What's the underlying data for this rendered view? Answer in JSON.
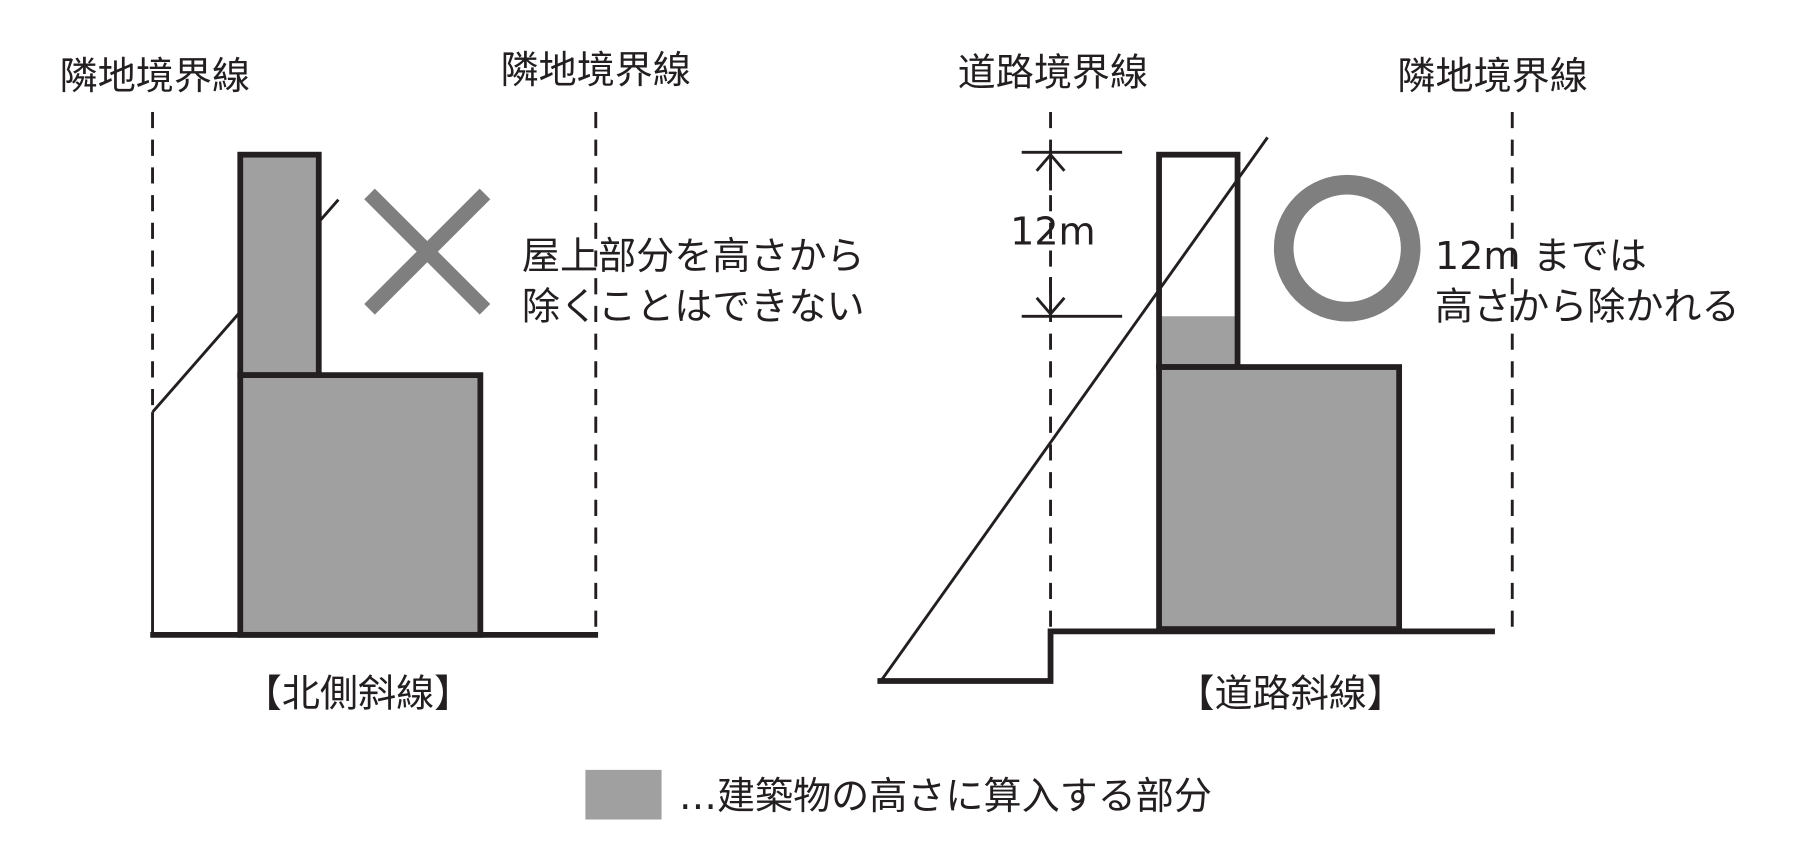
{
  "left_diagram": {
    "boundary_left": "隣地境界線",
    "boundary_right": "隣地境界線",
    "note_line1": "屋上部分を高さから",
    "note_line2": "除くことはできない",
    "mark_icon": "cross-icon",
    "caption": "【北側斜線】"
  },
  "right_diagram": {
    "boundary_left": "道路境界線",
    "boundary_right": "隣地境界線",
    "dimension": "12m",
    "note_line1": "12m までは",
    "note_line2": "高さから除かれる",
    "mark_icon": "circle-icon",
    "caption": "【道路斜線】"
  },
  "legend": {
    "label": "…建築物の高さに算入する部分"
  },
  "colors": {
    "fill": "#a0a0a0",
    "mark": "#7f7f7f",
    "line": "#231f20"
  }
}
